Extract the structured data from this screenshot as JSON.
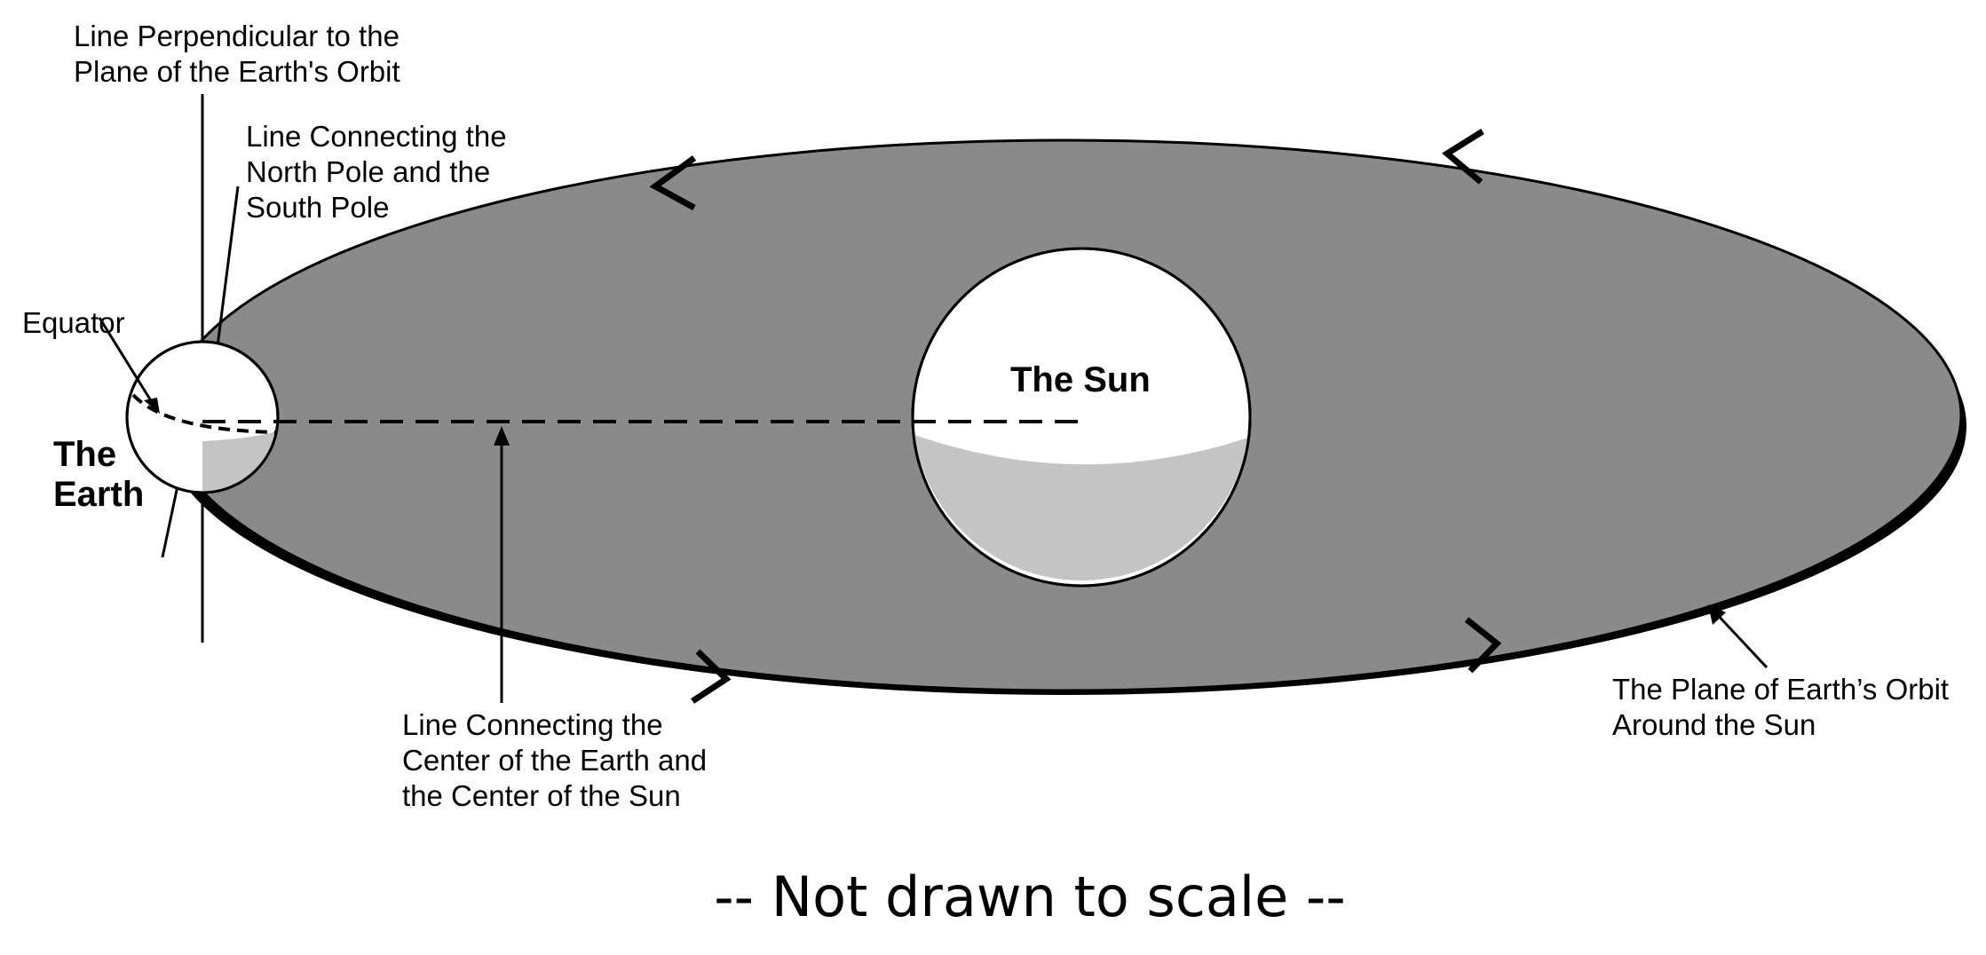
{
  "labels": {
    "perpendicular_line": [
      "Line Perpendicular to the",
      "Plane of the Earth's Orbit"
    ],
    "pole_line": [
      "Line Connecting the",
      "North Pole and the",
      "South Pole"
    ],
    "equator": "Equator",
    "earth": [
      "The",
      "Earth"
    ],
    "sun": "The Sun",
    "center_line": [
      "Line Connecting the",
      "Center of the Earth and",
      "the Center of the Sun"
    ],
    "orbit_plane": [
      "The Plane of Earth’s Orbit",
      "Around the Sun"
    ]
  },
  "caption": "-- Not drawn to scale --",
  "colors": {
    "orbit_plane_fill": "#8a8a8a",
    "shadow_fill": "#c4c4c4",
    "outline": "#000000",
    "background": "#ffffff"
  }
}
